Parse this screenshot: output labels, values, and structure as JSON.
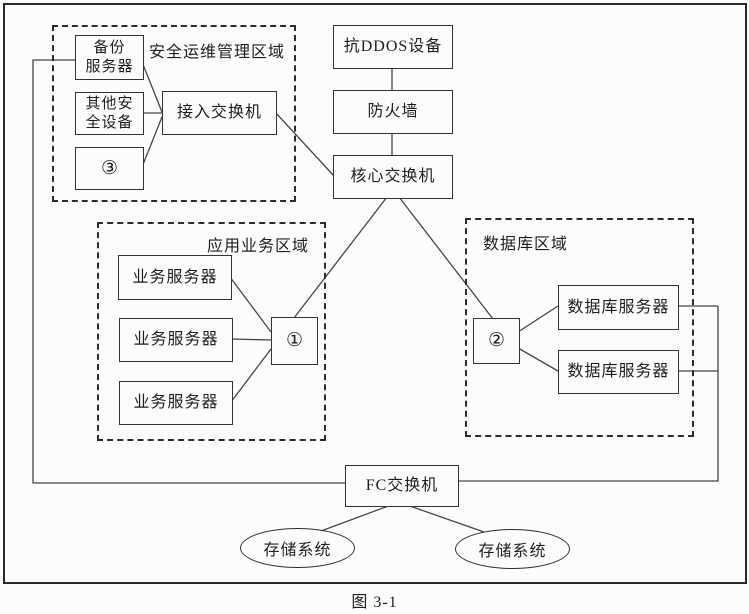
{
  "diagram": {
    "caption": "图 3-1",
    "zones": {
      "security_ops": {
        "label": "安全运维管理区域"
      },
      "application": {
        "label": "应用业务区域"
      },
      "database": {
        "label": "数据库区域"
      }
    },
    "nodes": {
      "backup_server": {
        "label": "备份\n服务器"
      },
      "other_security": {
        "label": "其他安\n全设备"
      },
      "mark_3": {
        "label": "③"
      },
      "access_switch": {
        "label": "接入交换机"
      },
      "anti_ddos": {
        "label": "抗DDOS设备"
      },
      "firewall": {
        "label": "防火墙"
      },
      "core_switch": {
        "label": "核心交换机"
      },
      "app_server_1": {
        "label": "业务服务器"
      },
      "app_server_2": {
        "label": "业务服务器"
      },
      "app_server_3": {
        "label": "业务服务器"
      },
      "mark_1": {
        "label": "①"
      },
      "mark_2": {
        "label": "②"
      },
      "db_server_1": {
        "label": "数据库服务器"
      },
      "db_server_2": {
        "label": "数据库服务器"
      },
      "fc_switch": {
        "label": "FC交换机"
      },
      "storage_1": {
        "label": "存储系统"
      },
      "storage_2": {
        "label": "存储系统"
      }
    },
    "edges": [
      {
        "from": "backup_server",
        "to": "fc_switch"
      },
      {
        "from": "backup_server",
        "to": "access_switch"
      },
      {
        "from": "other_security",
        "to": "access_switch"
      },
      {
        "from": "mark_3",
        "to": "access_switch"
      },
      {
        "from": "access_switch",
        "to": "core_switch"
      },
      {
        "from": "anti_ddos",
        "to": "firewall"
      },
      {
        "from": "firewall",
        "to": "core_switch"
      },
      {
        "from": "core_switch",
        "to": "mark_1"
      },
      {
        "from": "core_switch",
        "to": "mark_2"
      },
      {
        "from": "app_server_1",
        "to": "mark_1"
      },
      {
        "from": "app_server_2",
        "to": "mark_1"
      },
      {
        "from": "app_server_3",
        "to": "mark_1"
      },
      {
        "from": "mark_2",
        "to": "db_server_1"
      },
      {
        "from": "mark_2",
        "to": "db_server_2"
      },
      {
        "from": "db_server_1",
        "to": "fc_switch"
      },
      {
        "from": "db_server_2",
        "to": "fc_switch"
      },
      {
        "from": "fc_switch",
        "to": "storage_1"
      },
      {
        "from": "fc_switch",
        "to": "storage_2"
      }
    ],
    "colors": {
      "line": "#454545",
      "paper": "#fcfcfa",
      "ink": "#2a2a2a"
    }
  }
}
